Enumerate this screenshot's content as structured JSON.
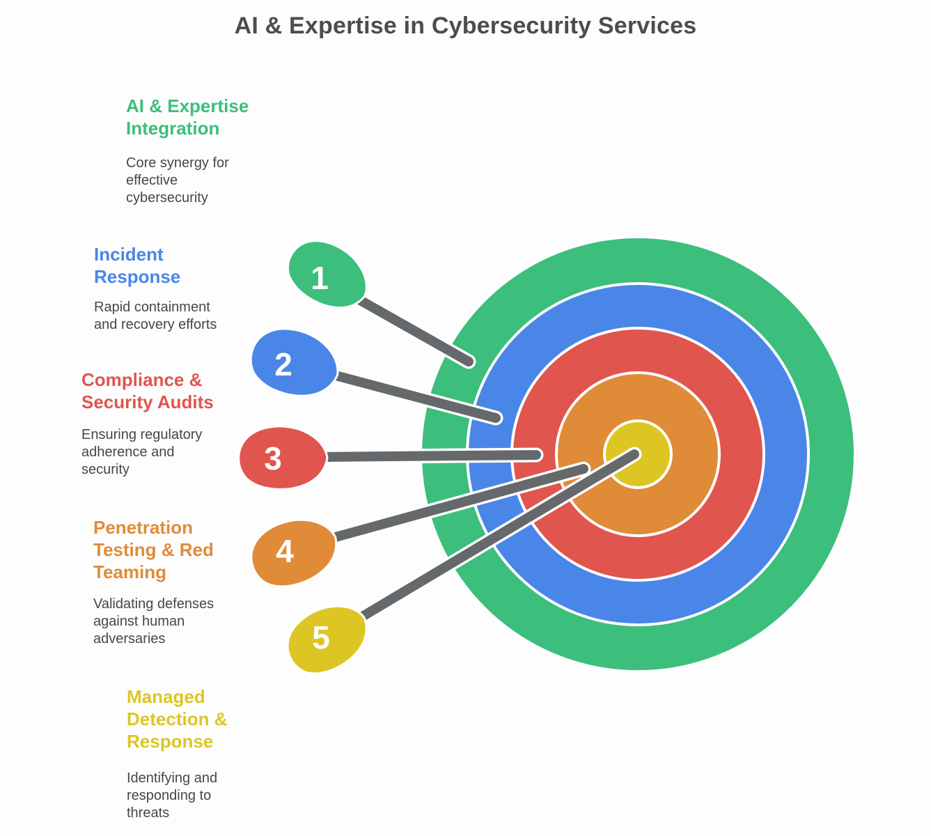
{
  "title": "AI & Expertise in Cybersecurity Services",
  "title_color": "#4a4d50",
  "background_color": "#fdfdfd",
  "connector_color": "#66696b",
  "ring_border_color": "#ffffff",
  "number_text_color": "#ffffff",
  "body_text_color": "#43474b",
  "items": [
    {
      "number": "1",
      "label": "AI & Expertise\nIntegration",
      "description": "Core synergy for\neffective\ncybersecurity",
      "color": "#3cbe7c"
    },
    {
      "number": "2",
      "label": "Incident\nResponse",
      "description": "Rapid containment\nand recovery efforts",
      "color": "#4a86e8"
    },
    {
      "number": "3",
      "label": "Compliance &\nSecurity Audits",
      "description": "Ensuring regulatory\nadherence and\nsecurity",
      "color": "#e0554e"
    },
    {
      "number": "4",
      "label": "Penetration\nTesting & Red\nTeaming",
      "description": "Validating defenses\nagainst human\nadversaries",
      "color": "#e08b38"
    },
    {
      "number": "5",
      "label": "Managed\nDetection &\nResponse",
      "description": "Identifying and\nresponding to\nthreats",
      "color": "#ddc624"
    }
  ],
  "target": {
    "rings": [
      {
        "name": "outer",
        "color": "#3cbe7c"
      },
      {
        "name": "second",
        "color": "#4a86e8"
      },
      {
        "name": "third",
        "color": "#e0554e"
      },
      {
        "name": "fourth",
        "color": "#e08b38"
      },
      {
        "name": "bullseye",
        "color": "#ddc624"
      }
    ]
  }
}
